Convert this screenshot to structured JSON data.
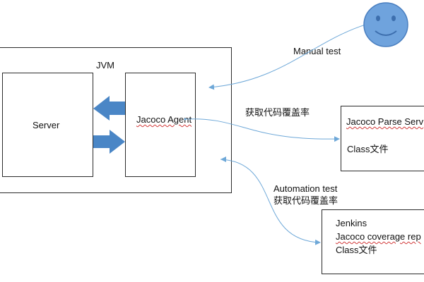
{
  "jvm": {
    "label": "JVM"
  },
  "server": {
    "label": "Server"
  },
  "agent": {
    "label": "Jacoco Agent"
  },
  "parse_server": {
    "line1": "Jacoco Parse Serv",
    "line2": "Class文件"
  },
  "jenkins": {
    "line1": "Jenkins",
    "line2": "Jacoco coverage rep",
    "line3": "Class文件"
  },
  "edges": {
    "manual": "Manual test",
    "get_coverage": "获取代码覆盖率",
    "automation_line1": "Automation test",
    "automation_line2": "获取代码覆盖率"
  },
  "colors": {
    "arrow": "#4a86c6",
    "connector": "#6ea8d8",
    "face_fill": "#6fa3dd",
    "face_stroke": "#4a7fc0",
    "box_border": "#2b2b2b"
  },
  "icons": {
    "tester": "smiley-face-icon",
    "left_arrow": "left-arrow-icon",
    "right_arrow": "right-arrow-icon"
  }
}
